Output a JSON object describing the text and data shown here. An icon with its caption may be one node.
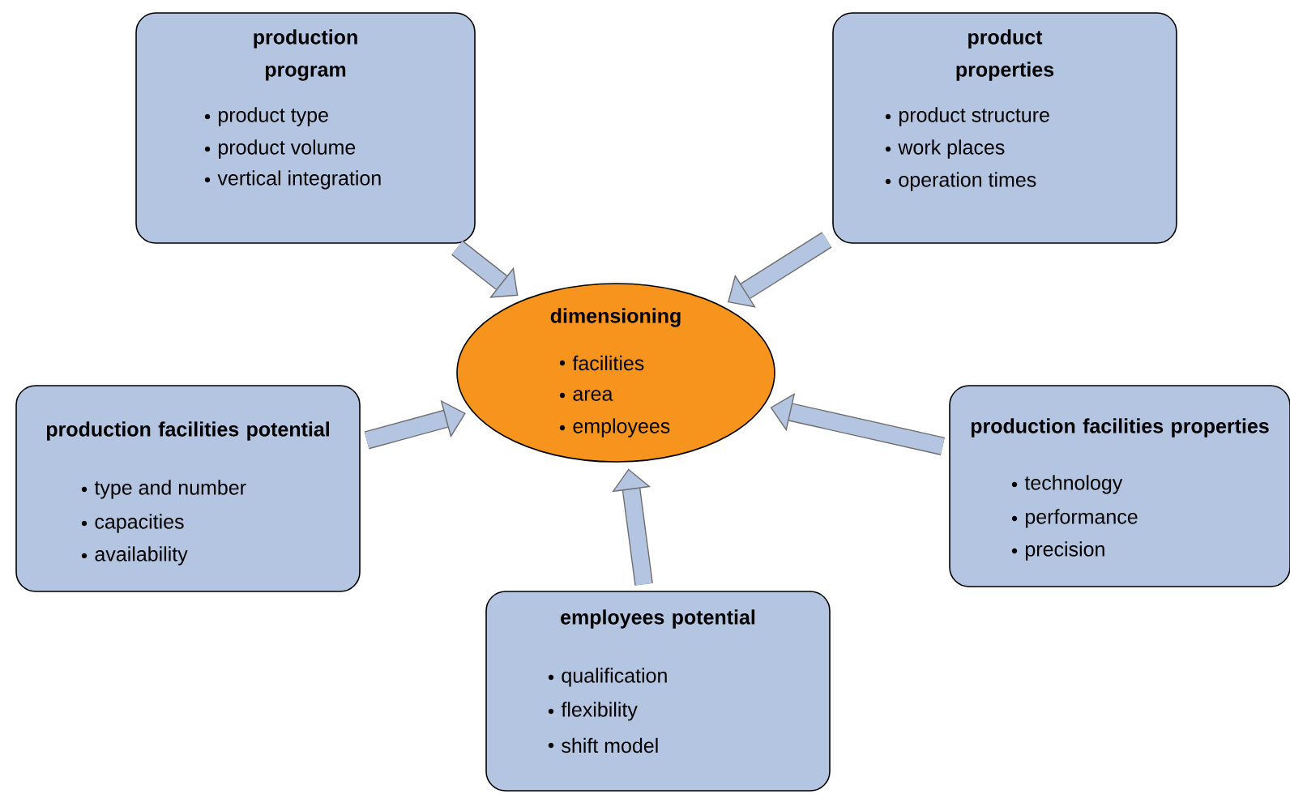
{
  "diagram": {
    "nodes": [
      {
        "text": [
          "production program",
          "product type",
          "product volume",
          "vertical integration"
        ]
      },
      {
        "text": [
          "product properties",
          "product structure",
          "work places",
          "operation times"
        ]
      },
      {
        "text": [
          "dimensioning",
          "facilities",
          "area",
          "employees"
        ]
      },
      {
        "text": [
          "production facilities potential",
          "type and number",
          "capacities",
          "availability"
        ]
      },
      {
        "text": [
          "production facilities properties",
          "technology",
          "performance",
          "precision"
        ]
      },
      {
        "text": [
          "employees potential",
          "qualification",
          "flexibility",
          "shift model"
        ]
      }
    ],
    "edges": [
      {
        "from": 0,
        "to": 2,
        "arrow": "to"
      },
      {
        "from": 1,
        "to": 2,
        "arrow": "to"
      },
      {
        "from": 3,
        "to": 2,
        "arrow": "to"
      },
      {
        "from": 4,
        "to": 2,
        "arrow": "to"
      },
      {
        "from": 5,
        "to": 2,
        "arrow": "to"
      }
    ]
  }
}
